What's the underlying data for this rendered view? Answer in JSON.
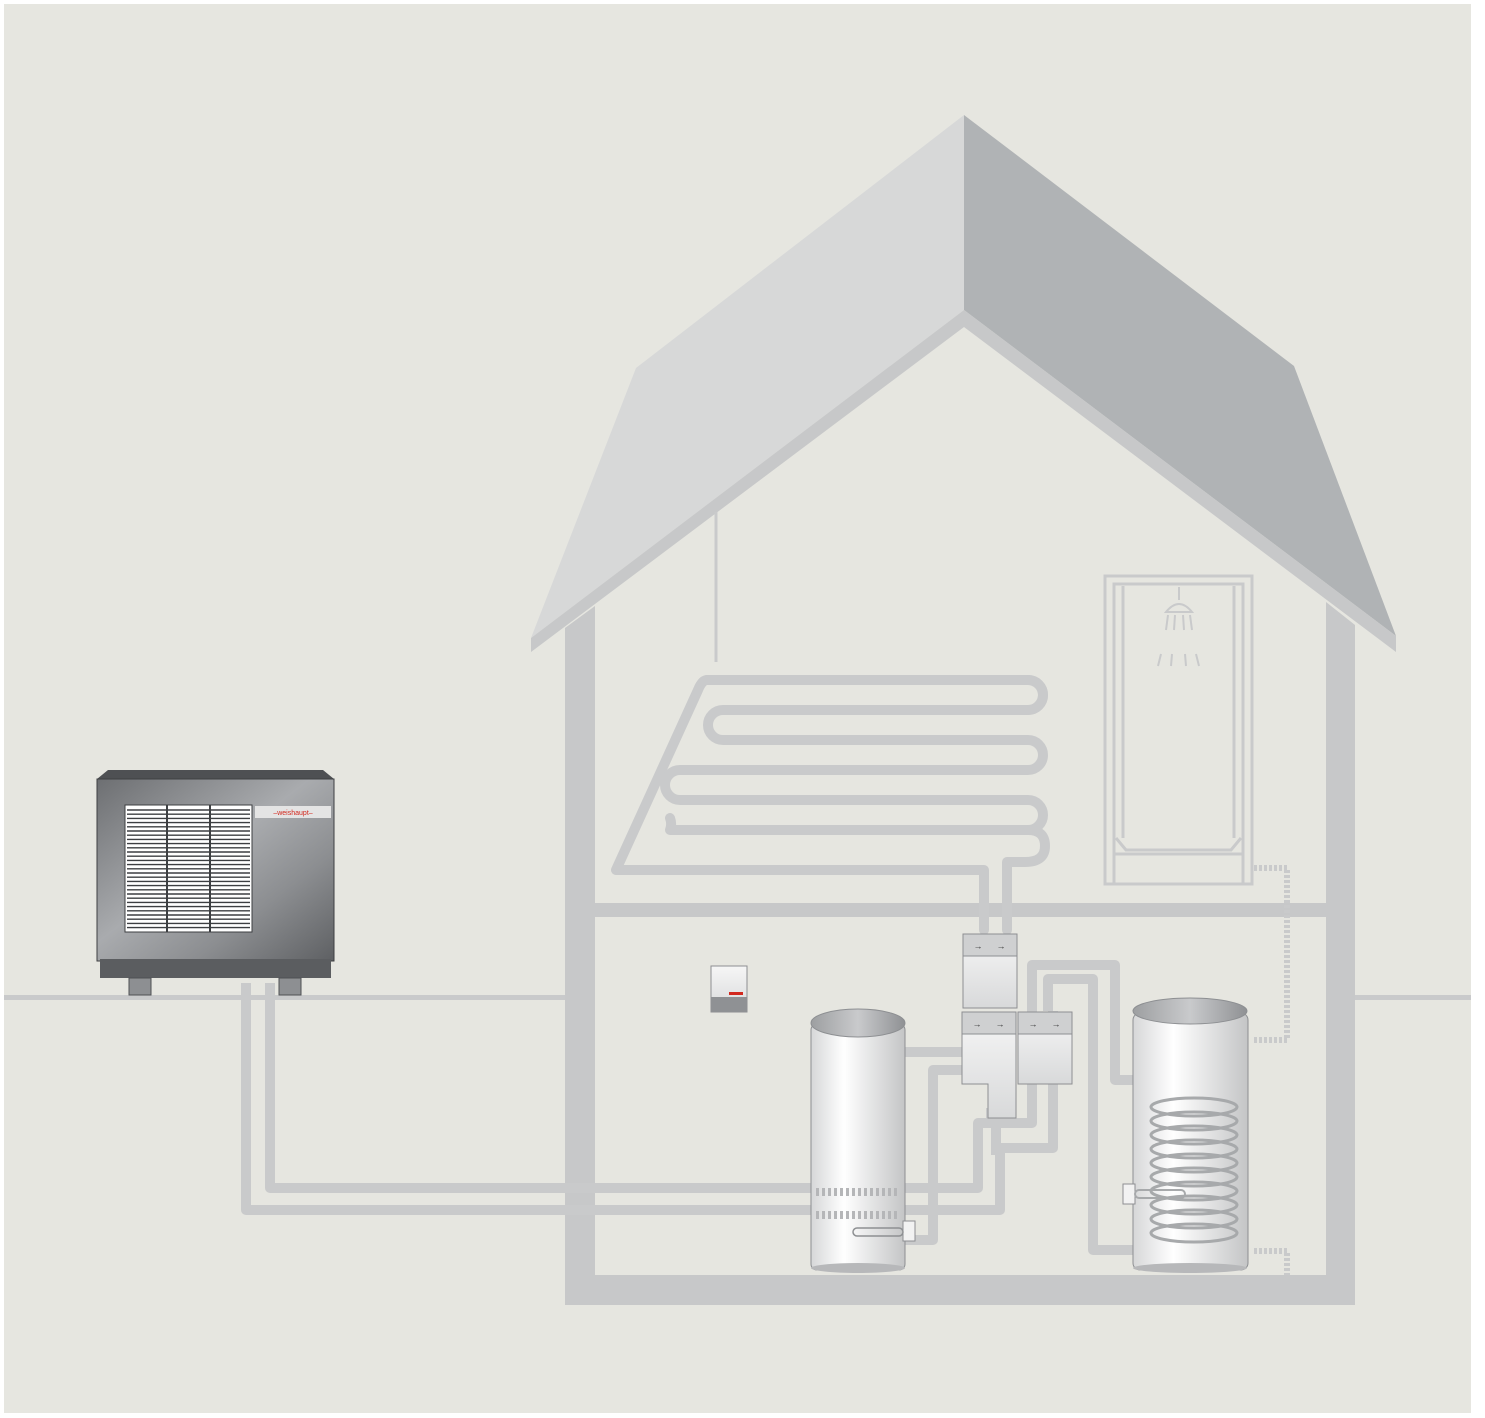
{
  "diagram": {
    "brand_logo_text": "–weishaupt–",
    "colors": {
      "background": "#e6e6e0",
      "roof_light": "#d7d8d8",
      "roof_dark": "#b0b3b5",
      "wall": "#c7c8c9",
      "pipe": "#c9cacb",
      "brand_red": "#d2281e"
    },
    "components": [
      {
        "id": "outdoor-heat-pump",
        "icon": "heat-pump-icon"
      },
      {
        "id": "wall-controller",
        "icon": "controller-icon"
      },
      {
        "id": "buffer-tank",
        "icon": "tank-icon"
      },
      {
        "id": "dhw-cylinder",
        "icon": "cylinder-with-coil-icon"
      },
      {
        "id": "pump-group-top",
        "icon": "pump-module-icon"
      },
      {
        "id": "pump-group-left",
        "icon": "pump-module-icon"
      },
      {
        "id": "pump-group-right",
        "icon": "pump-module-icon"
      },
      {
        "id": "underfloor-heating",
        "icon": "underfloor-loop-icon"
      },
      {
        "id": "shower",
        "icon": "shower-icon"
      }
    ]
  }
}
